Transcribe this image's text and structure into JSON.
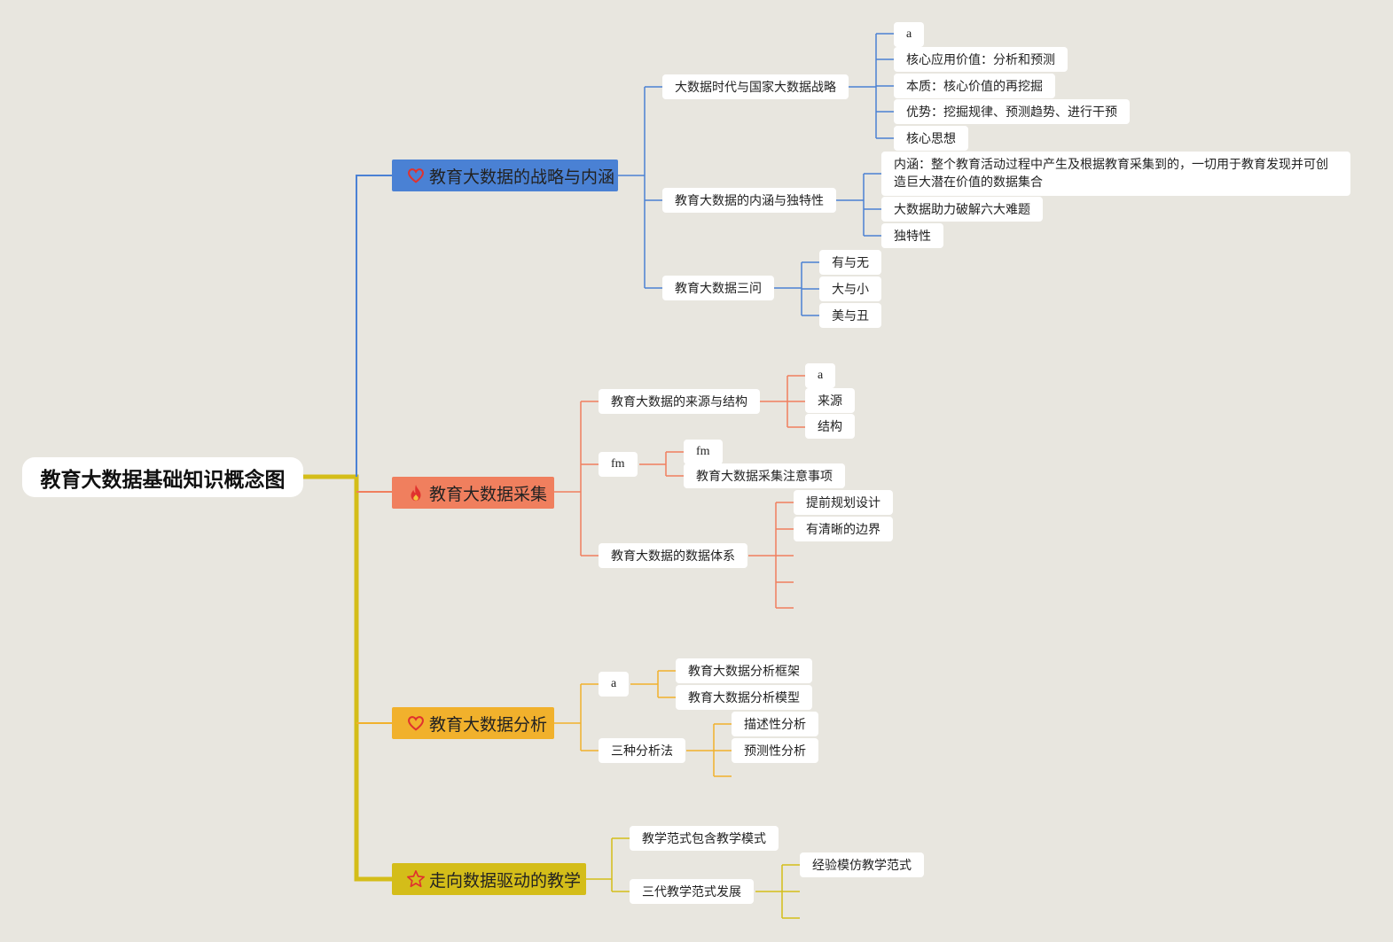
{
  "root": "教育大数据基础知识概念图",
  "colors": {
    "background": "#e8e6df",
    "root_trunk": "#d4bd19",
    "blue": "#4a81d4",
    "orange": "#f07f5e",
    "amber": "#f1b12c",
    "mustard": "#d4bd19"
  },
  "branches": [
    {
      "label": "教育大数据的战略与内涵",
      "icon": "heart-icon",
      "children": [
        {
          "label": "大数据时代与国家大数据战略",
          "children": [
            "a",
            "核心应用价值：分析和预测",
            "本质：核心价值的再挖掘",
            "优势：挖掘规律、预测趋势、进行干预",
            "核心思想"
          ]
        },
        {
          "label": "教育大数据的内涵与独特性",
          "children": [
            "内涵：整个教育活动过程中产生及根据教育采集到的，一切用于教育发现并可创造巨大潜在价值的数据集合",
            "大数据助力破解六大难题",
            "独特性"
          ]
        },
        {
          "label": "教育大数据三问",
          "children": [
            "有与无",
            "大与小",
            "美与丑"
          ]
        }
      ]
    },
    {
      "label": "教育大数据采集",
      "icon": "fire-icon",
      "children": [
        {
          "label": "教育大数据的来源与结构",
          "children": [
            "a",
            "来源",
            "结构"
          ]
        },
        {
          "label": "fm",
          "children": [
            "fm",
            "教育大数据采集注意事项"
          ]
        },
        {
          "label": "教育大数据的数据体系",
          "children": [
            "提前规划设计",
            "有清晰的边界"
          ]
        }
      ]
    },
    {
      "label": "教育大数据分析",
      "icon": "heart-icon",
      "children": [
        {
          "label": "a",
          "children": [
            "教育大数据分析框架",
            "教育大数据分析模型"
          ]
        },
        {
          "label": "三种分析法",
          "children": [
            "描述性分析",
            "预测性分析"
          ]
        }
      ]
    },
    {
      "label": "走向数据驱动的教学",
      "icon": "star-icon",
      "children": [
        {
          "label": "教学范式包含教学模式",
          "children": []
        },
        {
          "label": "三代教学范式发展",
          "children": [
            "经验模仿教学范式"
          ]
        }
      ]
    }
  ]
}
